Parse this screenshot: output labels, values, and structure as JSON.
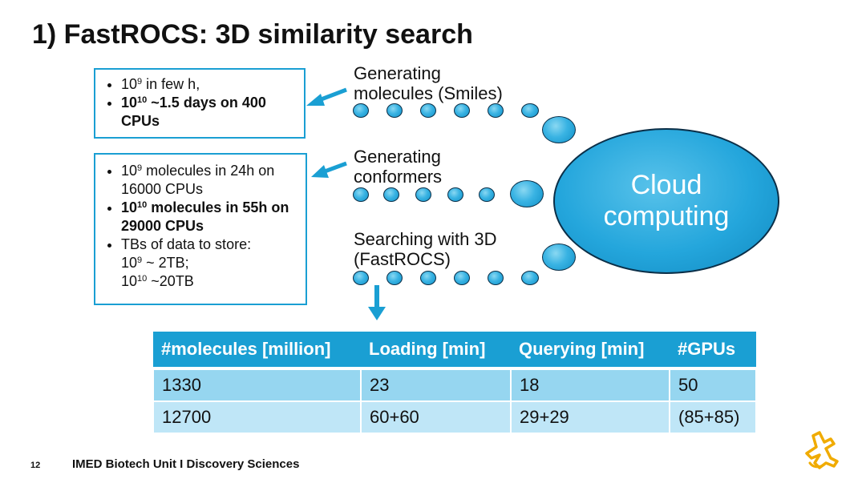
{
  "title": "1) FastROCS: 3D similarity search",
  "box1": {
    "items": [
      {
        "base": "10",
        "sup": "9",
        "rest": " in few h,",
        "bold": false
      },
      {
        "base": "10",
        "sup": "10",
        "rest": " ~1.5 days on 400 CPUs",
        "bold": true
      }
    ]
  },
  "box2": {
    "items": [
      {
        "base": "10",
        "sup": "9",
        "rest": " molecules in 24h on 16000 CPUs",
        "bold": false
      },
      {
        "base": "10",
        "sup": "10",
        "rest": " molecules in 55h on 29000 CPUs",
        "bold": true
      },
      {
        "text": "TBs of data to store:",
        "bold": false
      }
    ],
    "sub": [
      {
        "base": "10",
        "sup": "9",
        "rest": " ~ 2TB;"
      },
      {
        "base": "10",
        "sup": "10",
        "rest": " ~20TB"
      }
    ]
  },
  "labels": {
    "gen_mol_1": "Generating",
    "gen_mol_2": "molecules (Smiles)",
    "gen_conf_1": "Generating",
    "gen_conf_2": "conformers",
    "search_1": "Searching with 3D",
    "search_2": "(FastROCS)"
  },
  "cloud": {
    "line1": "Cloud",
    "line2": "computing"
  },
  "table": {
    "headers": [
      "#molecules [million]",
      "Loading [min]",
      "Querying [min]",
      "#GPUs"
    ],
    "rows": [
      [
        "1330",
        "23",
        "18",
        "50"
      ],
      [
        "12700",
        "60+60",
        "29+29",
        "(85+85)"
      ]
    ]
  },
  "footer": {
    "page_number": "12",
    "text": "IMED Biotech Unit I Discovery Sciences"
  },
  "colors": {
    "accent": "#1a9fd3",
    "header": "#1a9fd3",
    "row1": "#96d6f0",
    "row2": "#bfe6f7",
    "logo": "#f0ab00"
  },
  "icons": {
    "logo": "astrazeneca-logo-icon"
  }
}
